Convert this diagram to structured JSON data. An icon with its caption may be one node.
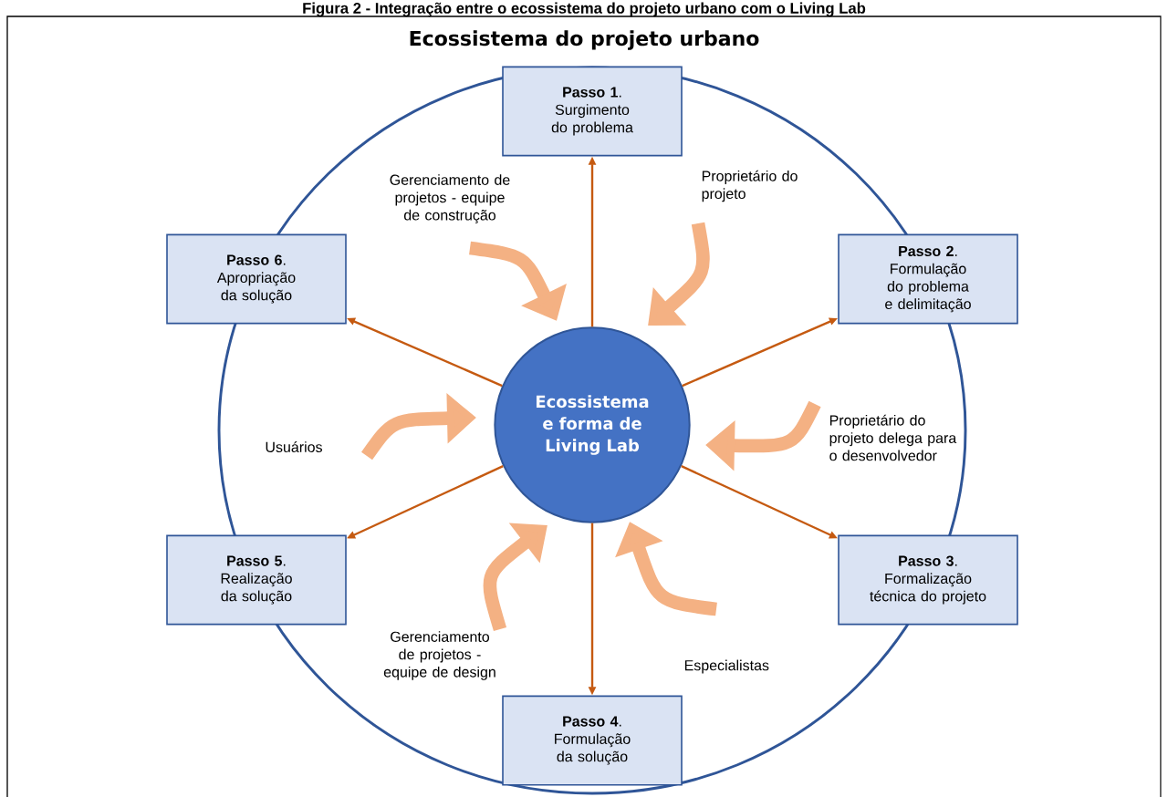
{
  "diagram": {
    "title": "Figura 2 - Integração entre o ecossistema do projeto urbano com o Living Lab",
    "nodes": [
      {
        "text": [
          "**Passo 1**. Surgimento do problema"
        ]
      },
      {
        "text": [
          "**Passo 2**. Formulação do problema e delimitação"
        ]
      },
      {
        "text": [
          "**Passo 3**. Formalização técnica do projeto"
        ]
      },
      {
        "text": [
          "**Passo 4**. Formulação da solução"
        ]
      },
      {
        "text": [
          "**Passo 5**. Realização da solução"
        ]
      },
      {
        "text": [
          "**Passo 6**. Apropriação da solução"
        ]
      },
      {
        "text": [
          "Ecossistema e forma de Living Lab"
        ]
      }
    ],
    "edges": [
      {
        "from": 6,
        "to": 0,
        "arrow": "to"
      },
      {
        "from": 6,
        "to": 1,
        "arrow": "to"
      },
      {
        "from": 6,
        "to": 2,
        "arrow": "to"
      },
      {
        "from": 6,
        "to": 3,
        "arrow": "to"
      },
      {
        "from": 6,
        "to": 4,
        "arrow": "to"
      },
      {
        "from": 6,
        "to": 5,
        "arrow": "to"
      }
    ],
    "labels": [
      "Ecossistema do projeto urbano",
      "Gerenciamento de projetos - equipe de construção",
      "Proprietário do projeto",
      "Proprietário do projeto delega para o desenvolvedor",
      "Usuários",
      "Gerenciamento de projetos - equipe de design",
      "Especialistas"
    ]
  }
}
